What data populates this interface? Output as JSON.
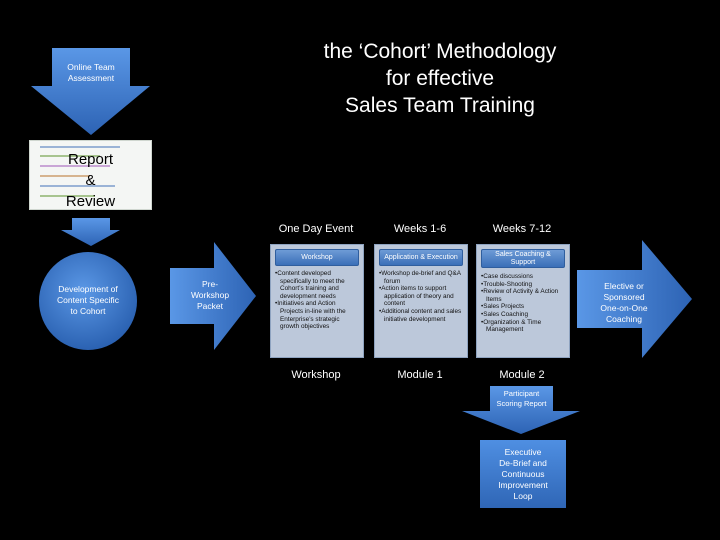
{
  "title": {
    "line1": "the ‘Cohort’ Methodology",
    "line2": "for effective",
    "line3": "Sales Team Training"
  },
  "assessment_arrow": {
    "label_line1": "Online Team",
    "label_line2": "Assessment"
  },
  "report_box": {
    "line1": "Report",
    "line2": "&",
    "line3": "Review"
  },
  "development_circle": {
    "line1": "Development of",
    "line2": "Content Specific",
    "line3": "to Cohort"
  },
  "preworkshop_arrow": {
    "line1": "Pre-",
    "line2": "Workshop",
    "line3": "Packet"
  },
  "columns": [
    {
      "header": "One Day Event",
      "footer": "Workshop",
      "card_title": "Workshop",
      "bullets": [
        "Content developed specifically to meet the Cohort’s training and development needs",
        "Initiatives and Action Projects in-line with the Enterprise’s strategic growth objectives"
      ]
    },
    {
      "header": "Weeks 1-6",
      "footer": "Module 1",
      "card_title": "Application & Execution",
      "bullets": [
        "Workshop de-brief and Q&A forum",
        "Action items to support application of theory and content",
        "Additional content and sales initiative development"
      ]
    },
    {
      "header": "Weeks 7-12",
      "footer": "Module 2",
      "card_title": "Sales Coaching & Support",
      "bullets": [
        "Case discussions",
        "Trouble-Shooting",
        "Review of Activity & Action Items",
        "Sales Projects",
        "Sales Coaching",
        "Organization & Time Management"
      ]
    }
  ],
  "elective_arrow": {
    "line1": "Elective or",
    "line2": "Sponsored",
    "line3": "One-on-One",
    "line4": "Coaching"
  },
  "scoring_arrow": {
    "line1": "Participant",
    "line2": "Scoring Report"
  },
  "executive_box": {
    "line1": "Executive",
    "line2": "De-Brief and",
    "line3": "Continuous",
    "line4": "Improvement",
    "line5": "Loop"
  },
  "colors": {
    "background": "#000000",
    "shape_fill": "#3f7fd4",
    "card_fill": "#bcc8da"
  }
}
